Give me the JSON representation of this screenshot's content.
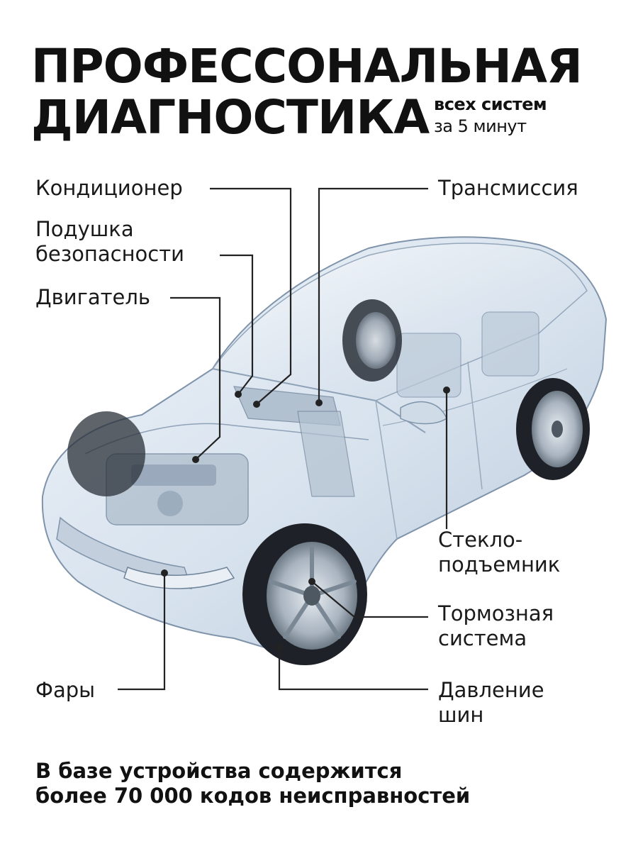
{
  "header": {
    "title_line1": "ПРОФЕССОНАЛЬНАЯ",
    "title_line2": "ДИАГНОСТИКА",
    "subtitle_line1": "всех систем",
    "subtitle_line2": "за 5 минут"
  },
  "callouts": {
    "ac": "Кондиционер",
    "airbag_line1": "Подушка",
    "airbag_line2": "безопасности",
    "engine": "Двигатель",
    "transmission": "Трансмиссия",
    "window_line1": "Стекло-",
    "window_line2": "подъемник",
    "brakes_line1": "Тормозная",
    "brakes_line2": "система",
    "tires_line1": "Давление",
    "tires_line2": "шин",
    "lights": "Фары"
  },
  "footer": {
    "line1": "В базе устройства содержится",
    "line2": "более 70 000 кодов неисправностей"
  },
  "colors": {
    "text": "#111111",
    "leader": "#222222",
    "car_glass": "#dfe8f2",
    "car_outline": "#7f93aa",
    "tire": "#1e2228"
  }
}
